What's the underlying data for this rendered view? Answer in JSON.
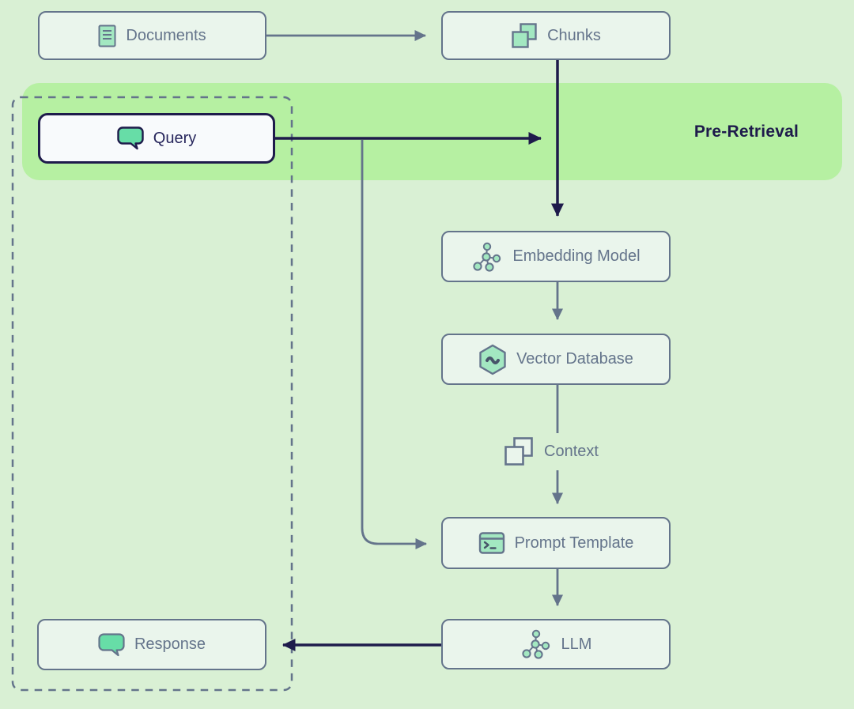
{
  "band": {
    "label": "Pre-Retrieval"
  },
  "nodes": {
    "documents": {
      "label": "Documents"
    },
    "chunks": {
      "label": "Chunks"
    },
    "query": {
      "label": "Query",
      "state": "selected"
    },
    "embedding_model": {
      "label": "Embedding Model"
    },
    "vector_database": {
      "label": "Vector Database"
    },
    "context": {
      "label": "Context"
    },
    "prompt_template": {
      "label": "Prompt Template"
    },
    "llm": {
      "label": "LLM"
    },
    "response": {
      "label": "Response"
    }
  },
  "edges": [
    {
      "from": "Documents",
      "to": "Chunks",
      "style": "gray"
    },
    {
      "from": "Chunks",
      "to": "Embedding Model",
      "style": "navy"
    },
    {
      "from": "Query",
      "to": "Embedding Model",
      "style": "navy"
    },
    {
      "from": "Query",
      "to": "Prompt Template",
      "style": "gray"
    },
    {
      "from": "Embedding Model",
      "to": "Vector Database",
      "style": "gray"
    },
    {
      "from": "Vector Database",
      "to": "Context",
      "style": "gray"
    },
    {
      "from": "Context",
      "to": "Prompt Template",
      "style": "gray"
    },
    {
      "from": "Prompt Template",
      "to": "LLM",
      "style": "gray"
    },
    {
      "from": "LLM",
      "to": "Response",
      "style": "navy"
    }
  ],
  "colors": {
    "page_background": "#d9f0d4",
    "band_background": "#b6f0a2",
    "node_background": "#eaf5ec",
    "node_border": "#64748b",
    "label_text": "#64748b",
    "accent_navy": "#1e1b4b",
    "icon_green": "#a3e8c1",
    "bubble_green": "#67dda7",
    "active_node_background": "#f8fafc"
  }
}
